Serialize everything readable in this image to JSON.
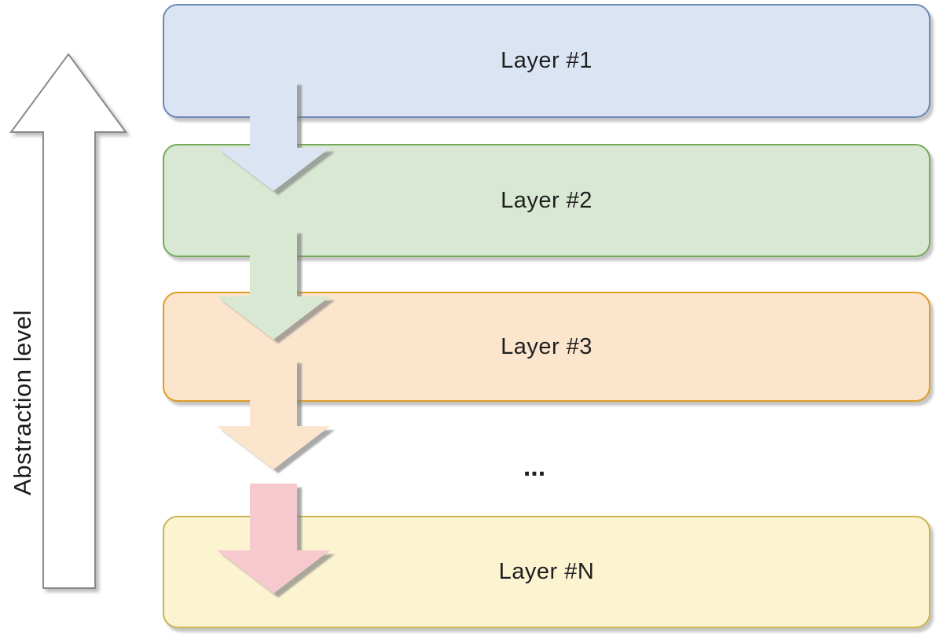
{
  "diagram": {
    "axis": {
      "label": "Abstraction level",
      "direction": "up",
      "arrow_fill": "#ffffff",
      "arrow_border": "#8a8a8a"
    },
    "layers": [
      {
        "id": "layer-1",
        "label": "Layer #1",
        "fill": "#dbe4f2",
        "border": "#6e87b5"
      },
      {
        "id": "layer-2",
        "label": "Layer #2",
        "fill": "#d9e8d2",
        "border": "#76a95c"
      },
      {
        "id": "layer-3",
        "label": "Layer #3",
        "fill": "#fce5cd",
        "border": "#dd9e23"
      },
      {
        "id": "layer-n",
        "label": "Layer #N",
        "fill": "#fcf3d0",
        "border": "#ccb452"
      }
    ],
    "ellipsis": "...",
    "arrows": [
      {
        "from": "layer-1",
        "to": "layer-2",
        "color": "#dbe4f2"
      },
      {
        "from": "layer-2",
        "to": "layer-3",
        "color": "#d9e8d2"
      },
      {
        "from": "layer-3",
        "to": "ellipsis",
        "color": "#fce5cd"
      },
      {
        "from": "ellipsis",
        "to": "layer-n",
        "color": "#f5c9cd"
      }
    ],
    "colors": {
      "background": "#ffffff",
      "text": "#1f1f1f",
      "shadow": "#808080"
    }
  }
}
